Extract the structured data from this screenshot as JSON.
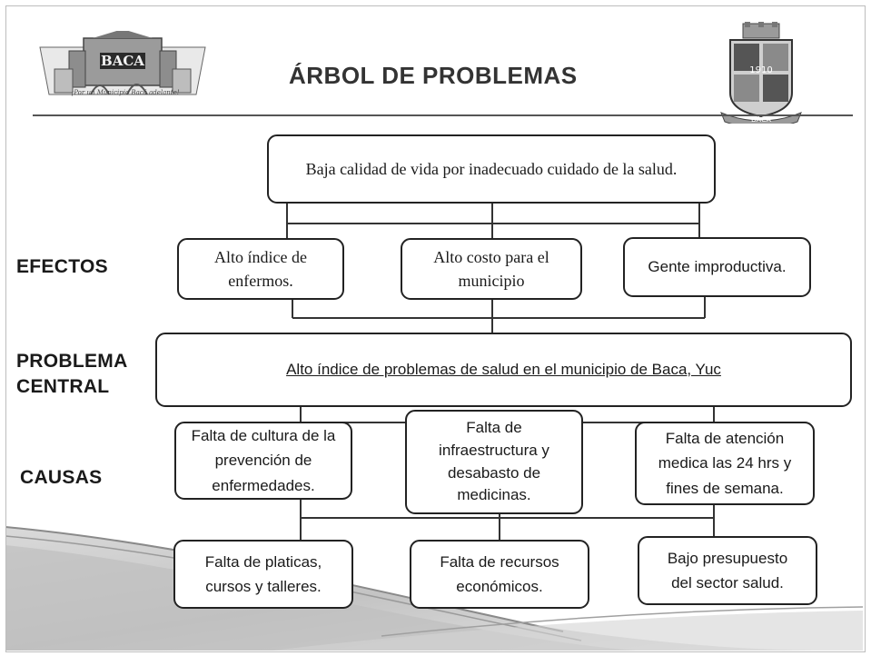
{
  "title": "ÁRBOL DE PROBLEMAS",
  "logo_left": {
    "name": "BACA",
    "tagline": "¡Por un Municipio Bacá adelante!"
  },
  "logo_right": {
    "year": "1910",
    "name": "BACA"
  },
  "labels": {
    "efectos": "EFECTOS",
    "problema_central_1": "PROBLEMA",
    "problema_central_2": "CENTRAL",
    "causas": "CAUSAS"
  },
  "top_effect": "Baja calidad de vida por inadecuado cuidado de la salud.",
  "effects": [
    "Alto índice de enfermos.",
    "Alto costo para el municipio",
    "Gente improductiva."
  ],
  "central_problem": "Alto índice de problemas de salud en el municipio de  Baca, Yuc",
  "causes": [
    "Falta de cultura de la prevención de enfermedades.",
    "Falta de infraestructura y desabasto de medicinas.",
    "Falta de atención medica las 24 hrs y fines de semana."
  ],
  "root_causes": [
    "Falta de platicas, cursos y talleres.",
    "Falta de recursos económicos.",
    "Bajo presupuesto del sector salud."
  ]
}
